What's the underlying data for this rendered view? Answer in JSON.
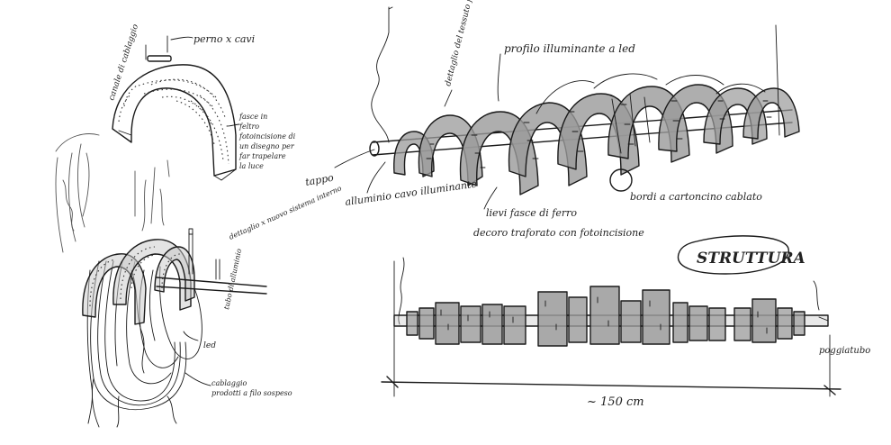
{
  "labels": {
    "top_left_small": "perno x cavi",
    "top_left_vertical": "canale di cablaggio",
    "left_side_note": "fasce in feltro... fotoincisione di un disegno per far trapelare la luce",
    "left_lower_note1": "dettaglio x nuovo sistema interno",
    "left_lower_vertical": "tubo di alluminio",
    "left_led": "led",
    "left_bottom_note": "cablaggio prodotti a filo sospeso",
    "center_top_vertical": "dettaglio del tessuto forato",
    "center_top_label": "profilo illuminante a led",
    "left_main_label": "tappo",
    "bottom_left_label": "alluminio cavo illuminante",
    "bottom_center_label1": "lievi fasce di ferro",
    "bottom_center_label2": "decoro traforato con fotoincisione",
    "bottom_right_label": "bordi a cartoncino cablato",
    "title_box": "STRUTTURA",
    "right_small": "poggiatubo",
    "dimension": "~ 150 cm"
  },
  "colors": {
    "ink": "#1a1a1a",
    "shade": "#9a9a9a",
    "light_shade": "#c8c8c8",
    "background": "#ffffff"
  }
}
